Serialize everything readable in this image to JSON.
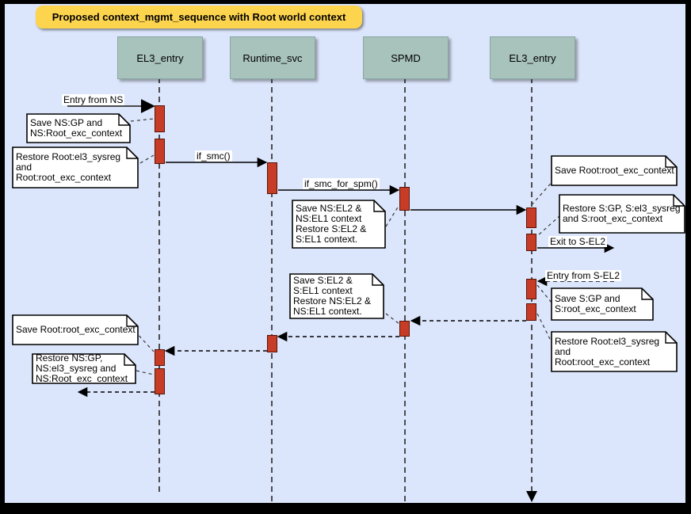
{
  "diagram": {
    "title": "Proposed context_mgmt_sequence with Root world context",
    "lifelines": [
      {
        "label": "EL3_entry"
      },
      {
        "label": "Runtime_svc"
      },
      {
        "label": "SPMD"
      },
      {
        "label": "EL3_entry"
      }
    ],
    "messages": {
      "entry_from_ns": "Entry from NS",
      "if_smc": "if_smc()",
      "if_smc_for_spm": "if_smc_for_spm()",
      "exit_to_s_el2": "Exit to S-EL2",
      "entry_from_s_el2": "Entry from S-EL2"
    },
    "notes": [
      {
        "text": "Save NS:GP and\nNS:Root_exc_context"
      },
      {
        "text": "Restore Root:el3_sysreg\nand\nRoot:root_exc_context"
      },
      {
        "text": "Save NS:EL2 &\nNS:EL1 context\nRestore S:EL2 &\nS:EL1 context."
      },
      {
        "text": "Save Root:root_exc_context"
      },
      {
        "text": "Restore S:GP, S:el3_sysreg\nand S:root_exc_context"
      },
      {
        "text": "Save S:EL2 &\nS:EL1 context\nRestore NS:EL2 &\nNS:EL1 context."
      },
      {
        "text": "Save S:GP and\nS:root_exc_context"
      },
      {
        "text": "Restore Root:el3_sysreg\nand\nRoot:root_exc_context"
      },
      {
        "text": "Save Root:root_exc_context"
      },
      {
        "text": "Restore NS:GP,\nNS:el3_sysreg and\nNS:Root_exc_context"
      }
    ],
    "colors": {
      "background": "#dbe5fb",
      "frame": "#000000",
      "title_bg": "#fdd44e",
      "lifeline_head_bg": "#a8c2bc",
      "activation_bar_fill": "#c63c26",
      "activation_bar_border": "#5b1406",
      "note_bg": "#ffffff"
    }
  }
}
